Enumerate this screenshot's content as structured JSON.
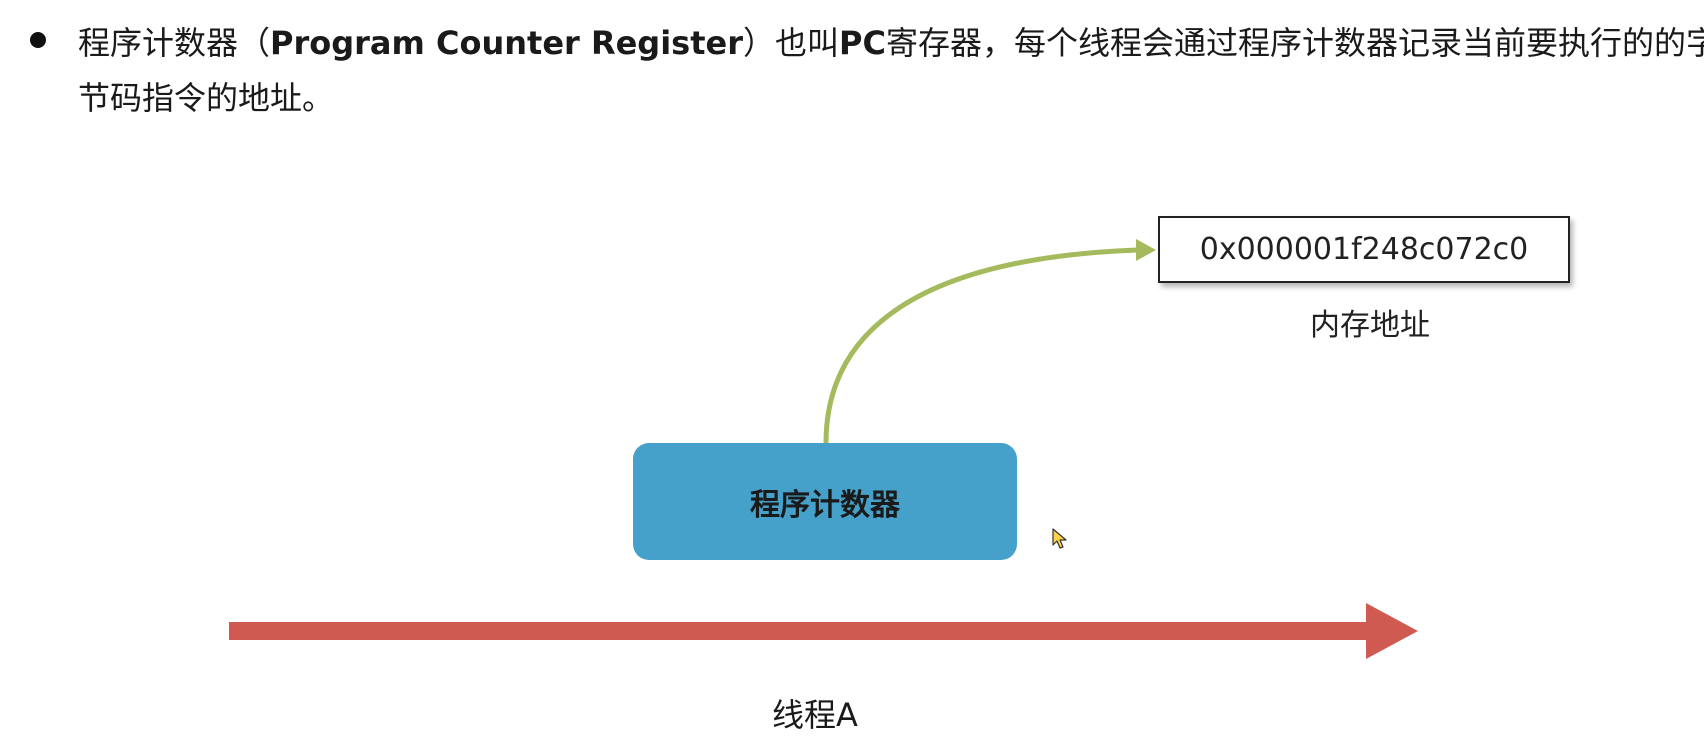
{
  "bullet": {
    "part1": "程序计数器（",
    "english": "Program Counter Register",
    "part2": "）也叫",
    "pc": "PC",
    "part3": "寄存器，每个线程会通过程序计数器记录当前要执行的的字",
    "line2": "节码指令的地址。"
  },
  "diagram": {
    "memory_address": "0x000001f248c072c0",
    "memory_address_label": "内存地址",
    "program_counter_label": "程序计数器",
    "thread_label": "线程A"
  },
  "colors": {
    "pc_box": "#45a1c9",
    "thread_arrow": "#cf5a52",
    "pointer_arrow": "#a4ba5c"
  },
  "icons": {
    "bullet": "bullet-dot",
    "cursor": "mouse-pointer-icon"
  }
}
